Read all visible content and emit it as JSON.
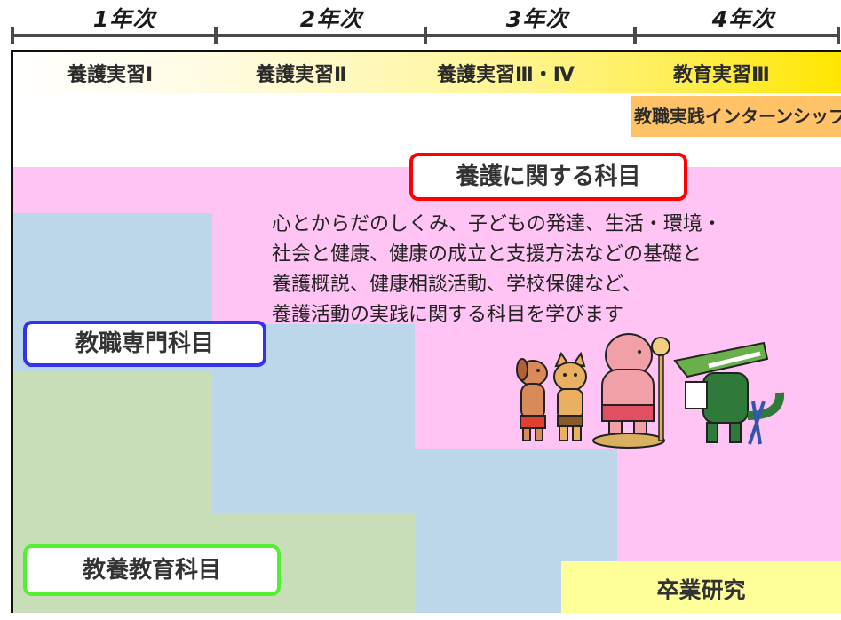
{
  "timeline": {
    "years": [
      "1年次",
      "2年次",
      "3年次",
      "4年次"
    ]
  },
  "practicum": {
    "items": [
      "養護実習Ⅰ",
      "養護実習Ⅱ",
      "養護実習Ⅲ・Ⅳ",
      "教育実習Ⅲ"
    ],
    "internship": "教職実践インターンシップ"
  },
  "categories": {
    "yogo": {
      "label": "養護に関する科目",
      "color": "#ff0000",
      "description": [
        "心とからだのしくみ、子どもの発達、生活・環境・",
        "社会と健康、健康の成立と支援方法などの基礎と",
        "養護概説、健康相談活動、学校保健など、",
        "養護活動の実践に関する科目を学びます"
      ]
    },
    "kyoshoku": {
      "label": "教職専門科目",
      "color": "#3333ee"
    },
    "kyoyo": {
      "label": "教養教育科目",
      "color": "#55ee33"
    }
  },
  "thesis": {
    "label": "卒業研究"
  },
  "illustration": {
    "name": "animal-health-checkup-illustration"
  }
}
